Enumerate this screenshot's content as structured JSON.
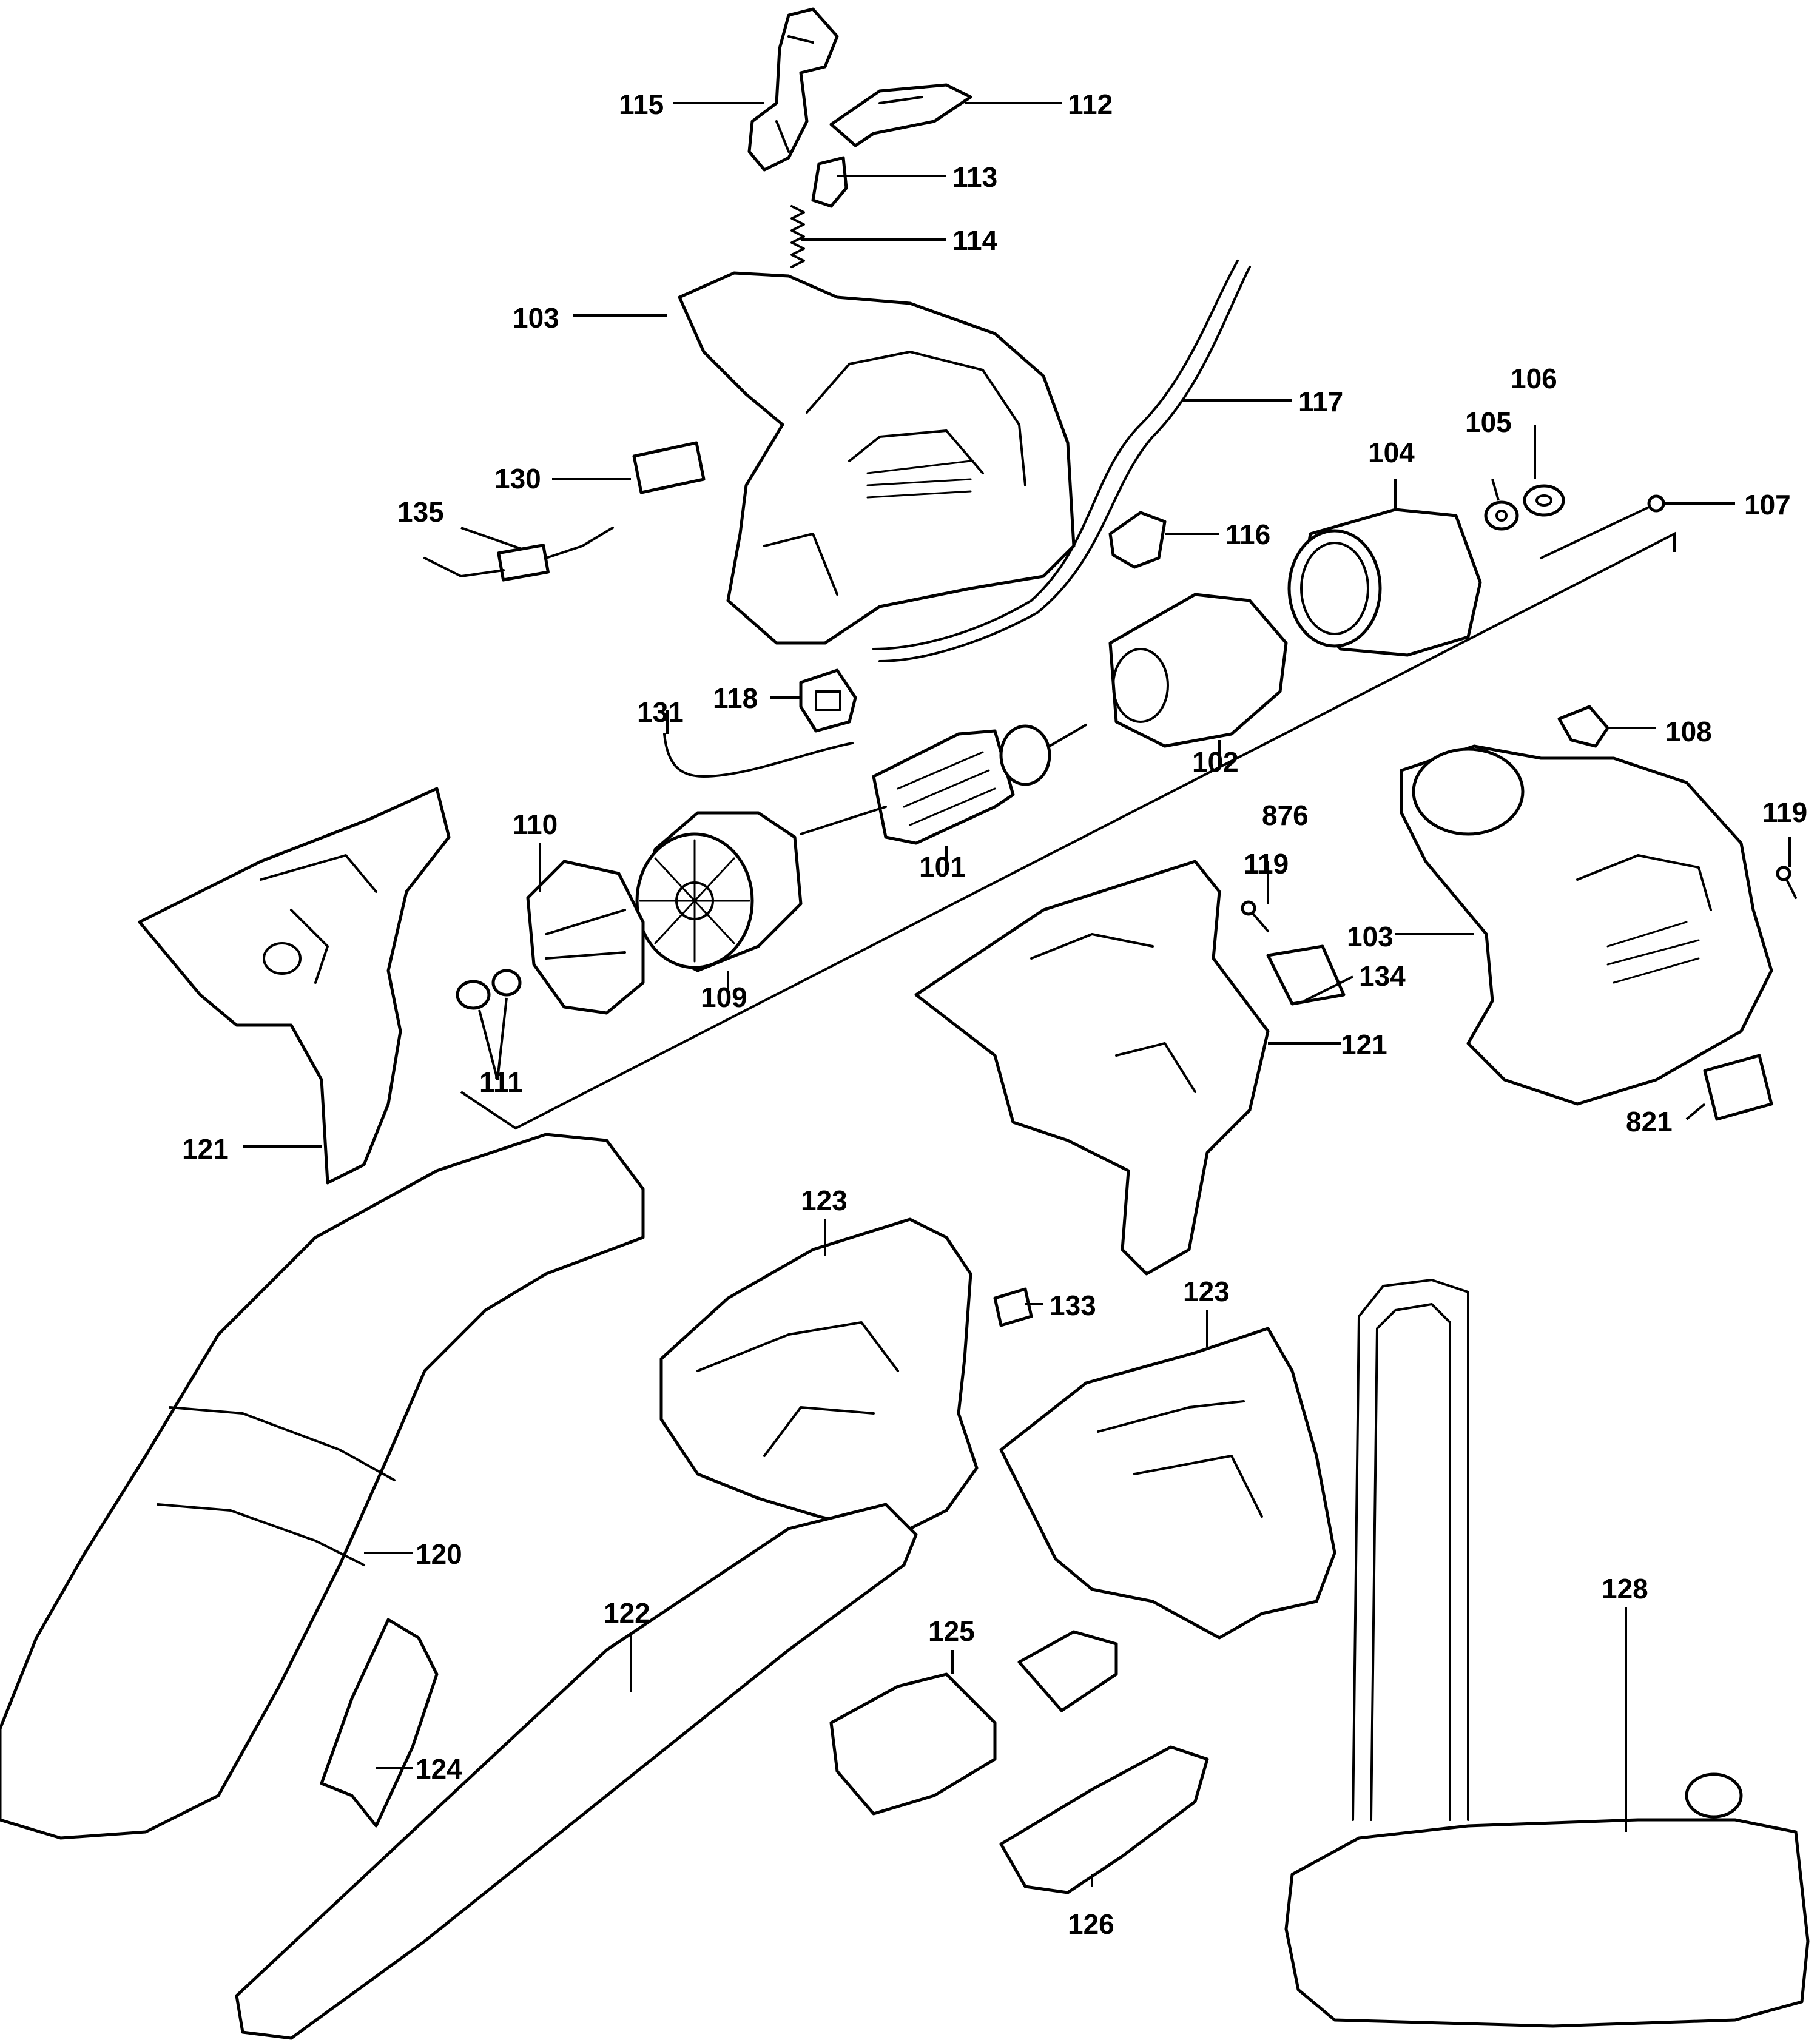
{
  "labels": {
    "p115": "115",
    "p112": "112",
    "p113": "113",
    "p114": "114",
    "p103a": "103",
    "p117": "117",
    "p106": "106",
    "p105": "105",
    "p104": "104",
    "p130": "130",
    "p107": "107",
    "p135": "135",
    "p116": "116",
    "p118": "118",
    "p131": "131",
    "p102": "102",
    "p108": "108",
    "p110": "110",
    "p876": "876",
    "p119a": "119",
    "p119b": "119",
    "p101": "101",
    "p103b": "103",
    "p134": "134",
    "p109": "109",
    "p111": "111",
    "p121a": "121",
    "p121b": "121",
    "p821": "821",
    "p123a": "123",
    "p133": "133",
    "p123b": "123",
    "p120": "120",
    "p128": "128",
    "p122": "122",
    "p125": "125",
    "p124": "124",
    "p126": "126"
  }
}
